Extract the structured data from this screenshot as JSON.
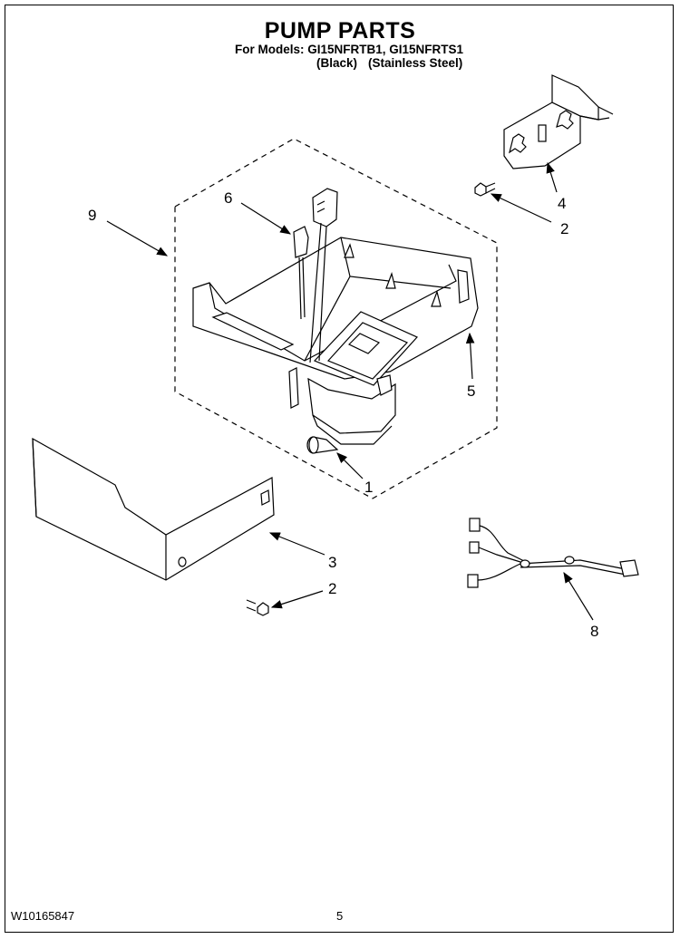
{
  "header": {
    "title": "PUMP PARTS",
    "models_line": "For Models: GI15NFRTB1, GI15NFRTS1",
    "finish_black": "(Black)",
    "finish_stainless": "(Stainless Steel)"
  },
  "callouts": {
    "c1": "1",
    "c2a": "2",
    "c2b": "2",
    "c3": "3",
    "c4": "4",
    "c5": "5",
    "c6": "6",
    "c8": "8",
    "c9": "9"
  },
  "footer": {
    "doc_number": "W10165847",
    "page_number": "5"
  }
}
